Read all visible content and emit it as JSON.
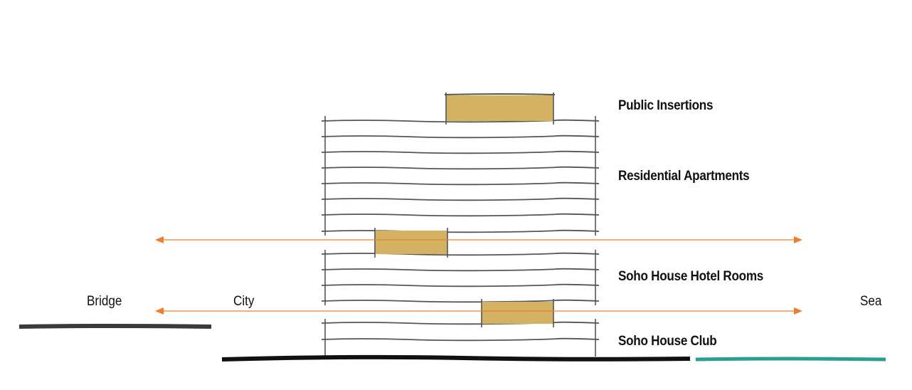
{
  "labels": {
    "public_insertions": "Public Insertions",
    "residential_apartments": "Residential Apartments",
    "hotel_rooms": "Soho House Hotel Rooms",
    "club": "Soho House Club"
  },
  "context": {
    "bridge": "Bridge",
    "city": "City",
    "sea": "Sea"
  },
  "colors": {
    "insertion": "#d4b264",
    "axis_arrow": "#ef7d2d",
    "floor_line": "#555555",
    "ground": "#111111",
    "bridge": "#3a3a3a",
    "sea": "#2a9d94"
  }
}
